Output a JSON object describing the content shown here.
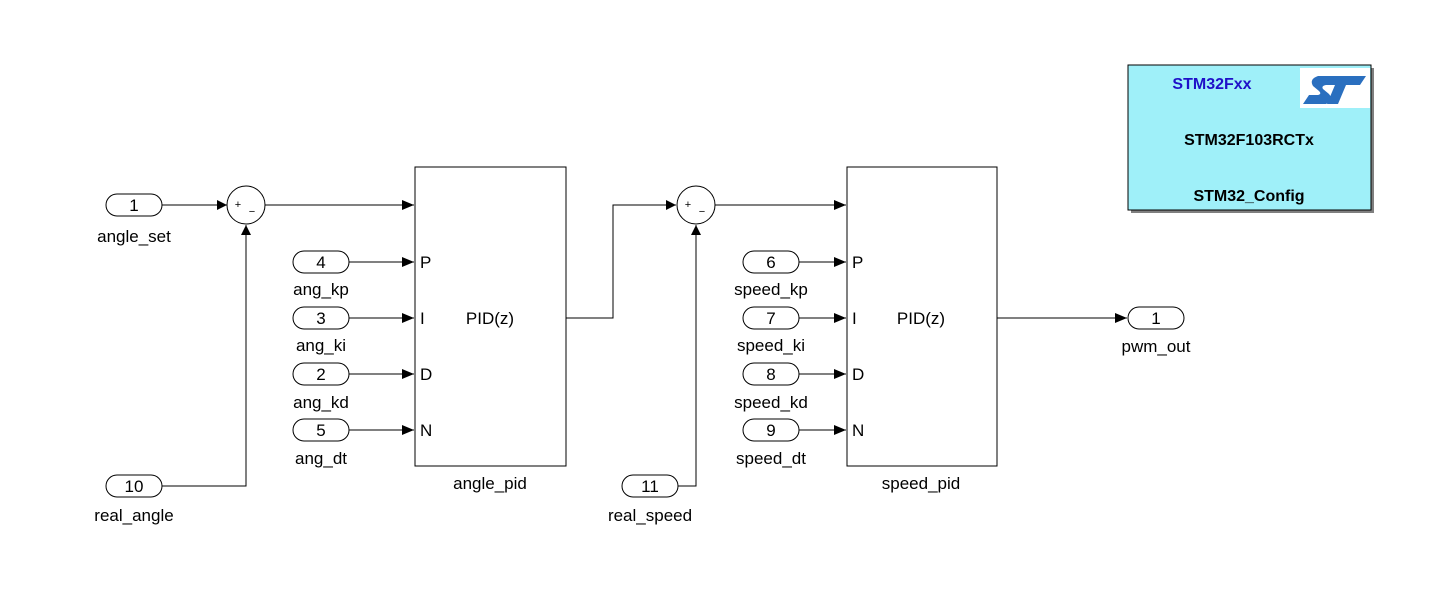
{
  "inports": [
    {
      "id": "angle_set",
      "number": "1",
      "label": "angle_set"
    },
    {
      "id": "ang_kp",
      "number": "4",
      "label": "ang_kp"
    },
    {
      "id": "ang_ki",
      "number": "3",
      "label": "ang_ki"
    },
    {
      "id": "ang_kd",
      "number": "2",
      "label": "ang_kd"
    },
    {
      "id": "ang_dt",
      "number": "5",
      "label": "ang_dt"
    },
    {
      "id": "real_angle",
      "number": "10",
      "label": "real_angle"
    },
    {
      "id": "real_speed",
      "number": "11",
      "label": "real_speed"
    },
    {
      "id": "speed_kp",
      "number": "6",
      "label": "speed_kp"
    },
    {
      "id": "speed_ki",
      "number": "7",
      "label": "speed_ki"
    },
    {
      "id": "speed_kd",
      "number": "8",
      "label": "speed_kd"
    },
    {
      "id": "speed_dt",
      "number": "9",
      "label": "speed_dt"
    }
  ],
  "outports": [
    {
      "id": "pwm_out",
      "number": "1",
      "label": "pwm_out"
    }
  ],
  "sums": [
    {
      "id": "sum_angle",
      "signs": [
        "+",
        "−"
      ]
    },
    {
      "id": "sum_speed",
      "signs": [
        "+",
        "−"
      ]
    }
  ],
  "pid_blocks": [
    {
      "id": "angle_pid",
      "text": "PID(z)",
      "label": "angle_pid",
      "ports": [
        "P",
        "I",
        "D",
        "N"
      ]
    },
    {
      "id": "speed_pid",
      "text": "PID(z)",
      "label": "speed_pid",
      "ports": [
        "P",
        "I",
        "D",
        "N"
      ]
    }
  ],
  "config_block": {
    "family": "STM32Fxx",
    "chip": "STM32F103RCTx",
    "name": "STM32_Config",
    "logo": "st-logo-icon",
    "colors": {
      "background": "#9ff0f9",
      "family_text": "#1f10c8",
      "logo": "#2a6fbf"
    }
  },
  "colors": {
    "wire": "#000000",
    "background": "#ffffff"
  }
}
